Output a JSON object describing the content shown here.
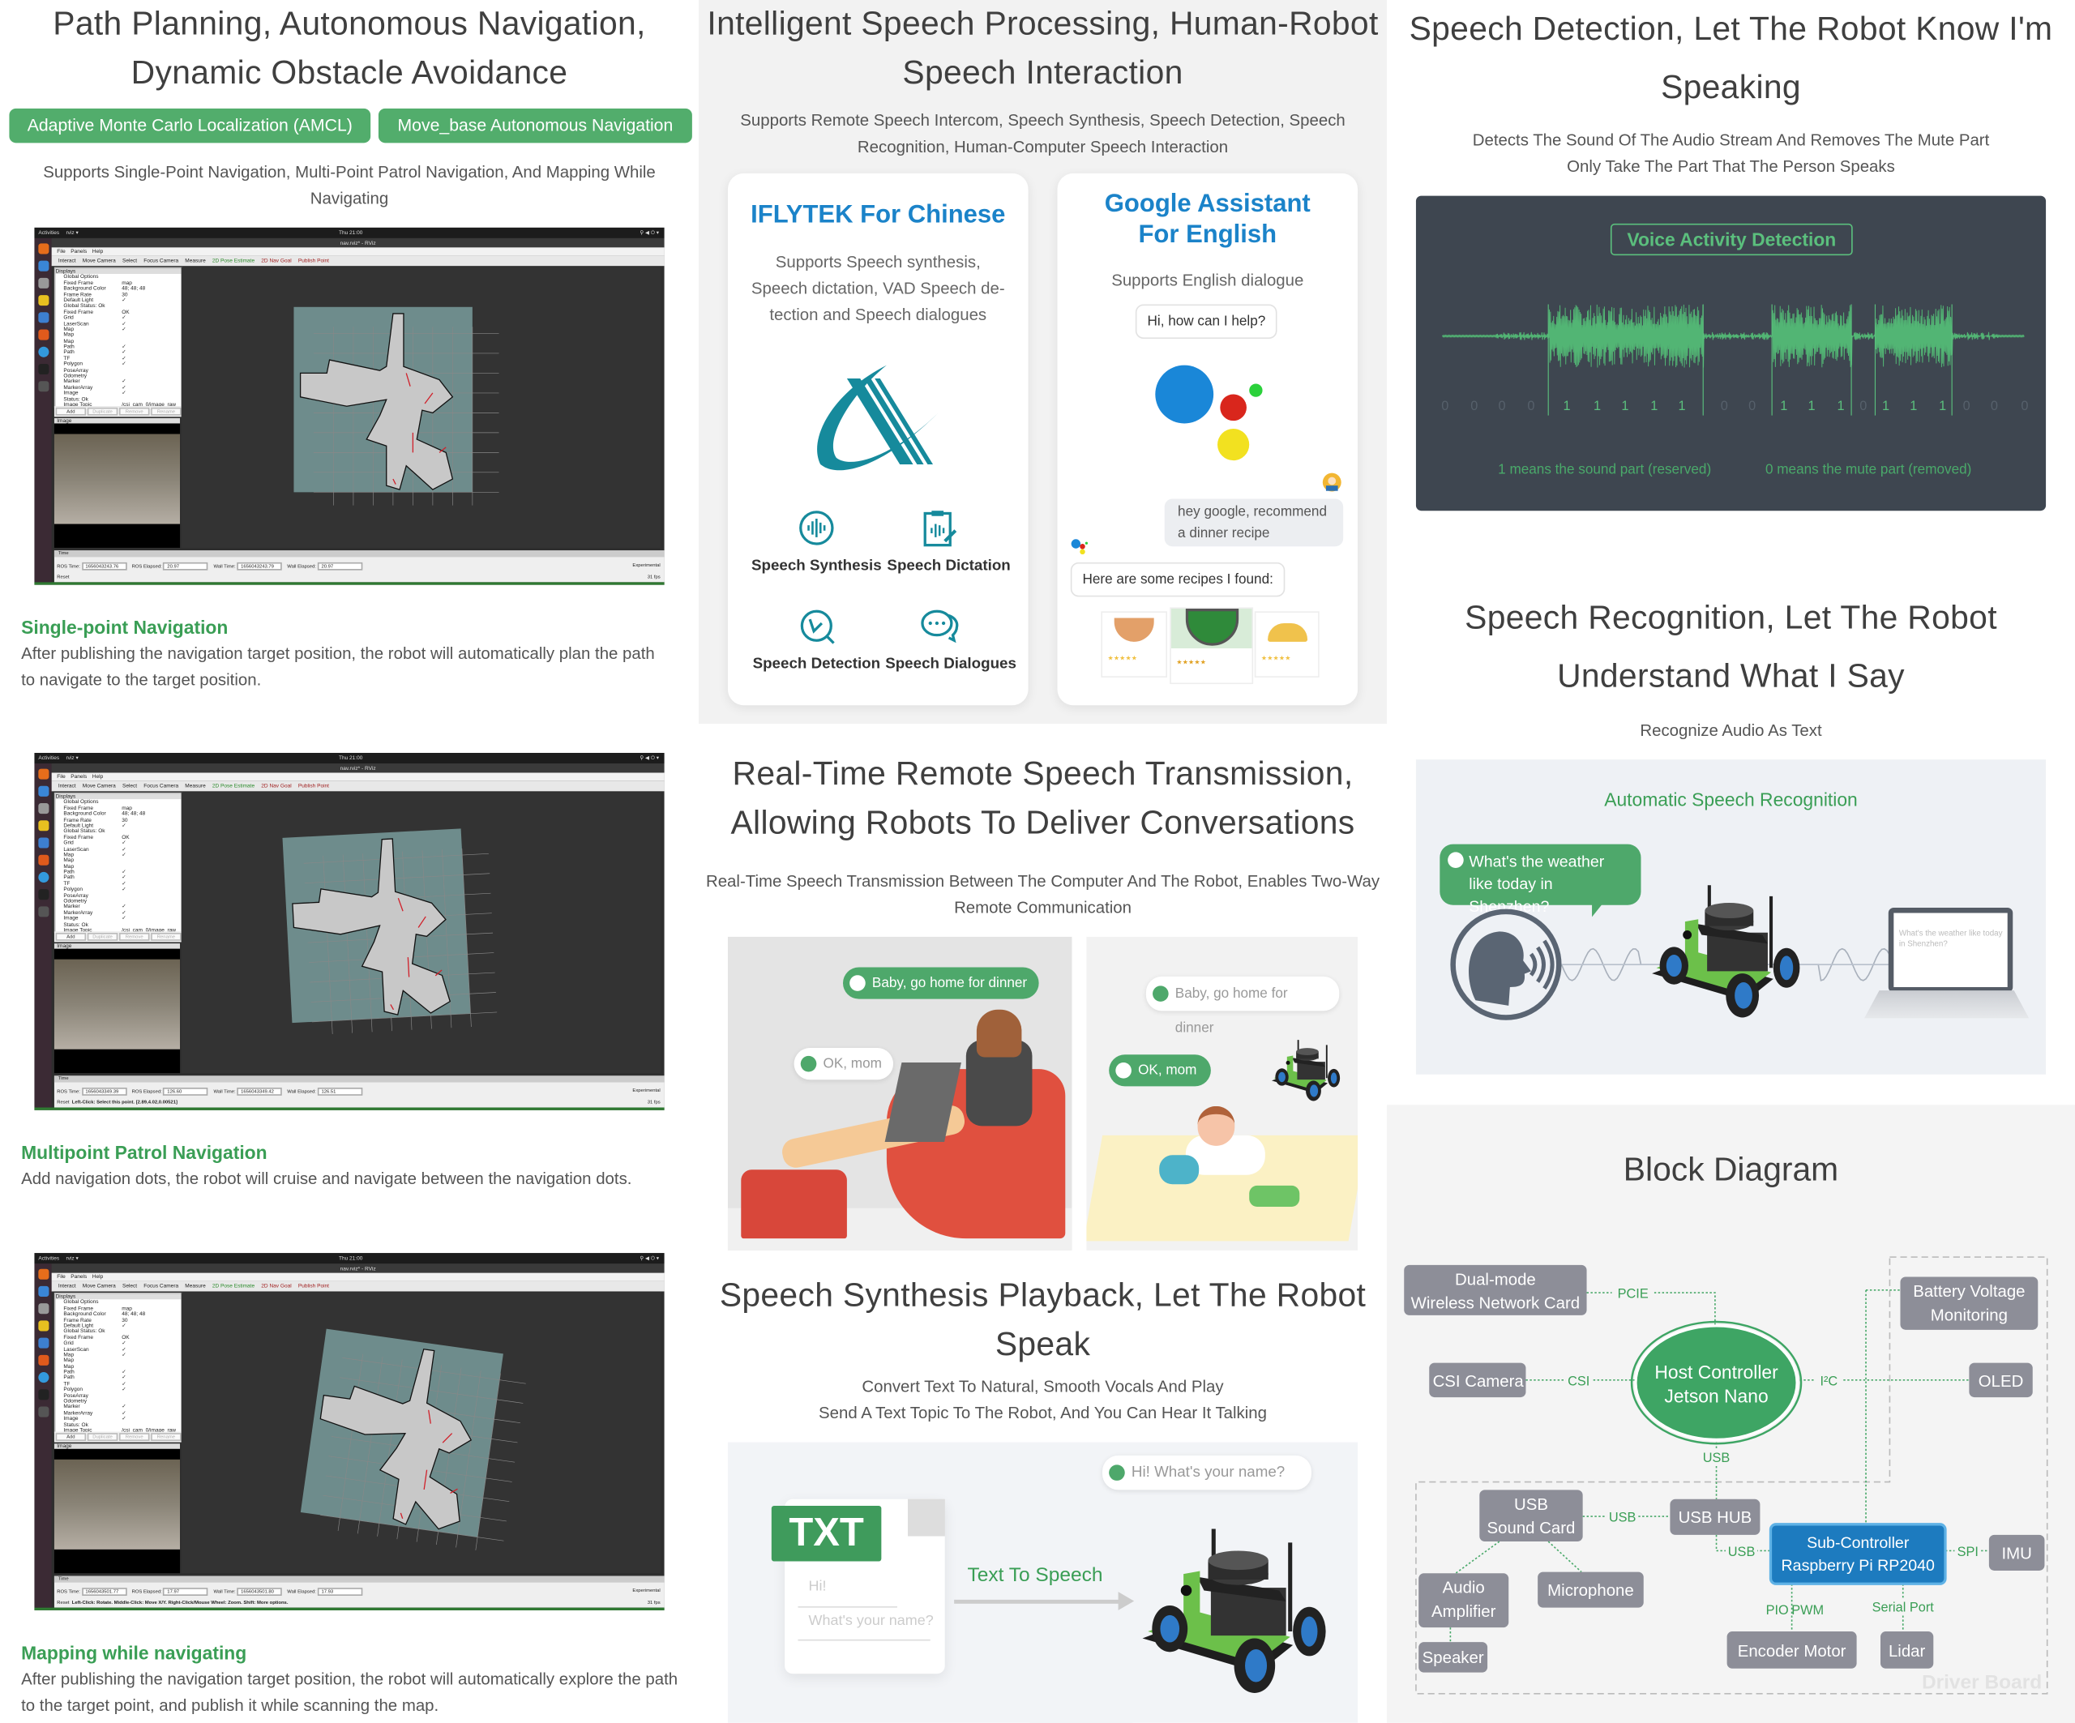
{
  "left": {
    "title_lines": [
      "Path Planning, Autonomous Navigation,",
      "Dynamic Obstacle Avoidance"
    ],
    "tags": [
      "Adaptive Monte Carlo Localization (AMCL)",
      "Move_base Autonomous Navigation"
    ],
    "subtitle": "Supports Single-Point Navigation, Multi-Point Patrol Navigation, And Mapping While Navigating",
    "sections": [
      {
        "heading": "Single-point Navigation",
        "description": "After publishing the navigation target position, the robot will automatically plan the path to navigate to the target position."
      },
      {
        "heading": "Multipoint Patrol Navigation",
        "description": "Add navigation dots, the robot will cruise and navigate between the navigation dots."
      },
      {
        "heading": "Mapping while navigating",
        "description": "After publishing the navigation target position, the robot will automatically explore the path to the target point, and publish it while scanning the map."
      }
    ],
    "rviz": {
      "activities": "Activities",
      "app_menu": "rviz ▾",
      "clock": "Thu 21:00",
      "window_title": "nav.rviz* - RViz",
      "menu": [
        "File",
        "Panels",
        "Help"
      ],
      "toolbar": [
        "Interact",
        "Move Camera",
        "Select",
        "Focus Camera",
        "Measure",
        "2D Pose Estimate",
        "2D Nav Goal",
        "Publish Point"
      ],
      "displays_header": "Displays",
      "displays": [
        [
          "Global Options",
          ""
        ],
        [
          "Fixed Frame",
          "map"
        ],
        [
          "Background Color",
          "48; 48; 48"
        ],
        [
          "Frame Rate",
          "30"
        ],
        [
          "Default Light",
          "✓"
        ],
        [
          "Global Status: Ok",
          ""
        ],
        [
          "Fixed Frame",
          "OK"
        ],
        [
          "Grid",
          "✓"
        ],
        [
          "LaserScan",
          "✓"
        ],
        [
          "Map",
          "✓"
        ],
        [
          "Map",
          ""
        ],
        [
          "Map",
          ""
        ],
        [
          "Path",
          "✓"
        ],
        [
          "Path",
          "✓"
        ],
        [
          "TF",
          "✓"
        ],
        [
          "Polygon",
          "✓"
        ],
        [
          "PoseArray",
          ""
        ],
        [
          "Odometry",
          ""
        ],
        [
          "Marker",
          "✓"
        ],
        [
          "MarkerArray",
          "✓"
        ],
        [
          "Image",
          "✓"
        ],
        [
          "Status: Ok",
          ""
        ],
        [
          "Image Topic",
          "/csi_cam_0/image_raw"
        ]
      ],
      "panel_buttons": [
        "Add",
        "Duplicate",
        "Remove",
        "Rename"
      ],
      "image_header": "Image",
      "time_header": "Time",
      "labels": {
        "ros_time": "ROS Time:",
        "ros_elapsed": "ROS Elapsed:",
        "wall_time": "Wall Time:",
        "wall_elapsed": "Wall Elapsed:",
        "experimental": "Experimental",
        "reset": "Reset",
        "fps": "31 fps"
      },
      "instances": [
        {
          "ros_time": "1656043243.76",
          "ros_elapsed": "20.97",
          "wall_time": "1656043243.79",
          "wall_elapsed": "20.97",
          "status": ""
        },
        {
          "ros_time": "1656043349.39",
          "ros_elapsed": "126.60",
          "wall_time": "1656043349.42",
          "wall_elapsed": "126.51",
          "status": "Left-Click: Select this point. [2.89,4.02,0.00521]"
        },
        {
          "ros_time": "1656043501.77",
          "ros_elapsed": "17.97",
          "wall_time": "1656043501.80",
          "wall_elapsed": "17.93",
          "status": "Left-Click: Rotate. Middle-Click: Move X/Y. Right-Click/Mouse Wheel: Zoom. Shift: More options."
        }
      ]
    }
  },
  "middle": {
    "title_lines": [
      "Intelligent Speech Processing, Human-Robot",
      "Speech Interaction"
    ],
    "subtitle": "Supports Remote Speech Intercom, Speech Synthesis, Speech Detection, Speech Recognition, Human-Computer Speech Interaction",
    "iflytek": {
      "title": "IFLYTEK For Chinese",
      "description": "Supports Speech synthesis, Speech dictation, VAD Speech de-tection and Speech dialogues",
      "features": [
        {
          "label": "Speech Synthesis",
          "icon": "sound-wave-icon"
        },
        {
          "label": "Speech Dictation",
          "icon": "dictation-clipboard-icon"
        },
        {
          "label": "Speech Detection",
          "icon": "detection-gauge-icon"
        },
        {
          "label": "Speech Dialogues",
          "icon": "chat-bubbles-icon"
        }
      ]
    },
    "google": {
      "title_lines": [
        "Google Assistant",
        "For English"
      ],
      "description": "Supports English dialogue",
      "greeting": "Hi, how can I help?",
      "user_message": "hey google, recommend a dinner recipe",
      "reply": "Here are some recipes I found:",
      "rating": "★★★★★"
    },
    "transmission": {
      "title_lines": [
        "Real-Time Remote Speech Transmission,",
        "Allowing Robots To Deliver Conversations"
      ],
      "subtitle": "Real-Time Speech Transmission Between The Computer And The Robot, Enables Two-Way Remote Communication",
      "mom_message": "Baby, go home for dinner",
      "reply": "OK, mom"
    },
    "synthesis": {
      "title_lines": [
        "Speech Synthesis Playback, Let The Robot",
        "Speak"
      ],
      "subtitle_lines": [
        "Convert Text To Natural, Smooth Vocals And Play",
        "Send A Text Topic To The Robot, And You Can Hear It Talking"
      ],
      "file_type": "TXT",
      "file_lines": [
        "Hi!",
        "What's your name?"
      ],
      "arrow_label": "Text To Speech",
      "spoken": "Hi! What's your name?"
    }
  },
  "right": {
    "detection": {
      "title_lines": [
        "Speech Detection, Let The Robot Know I'm",
        "Speaking"
      ],
      "subtitle_lines": [
        "Detects The Sound Of The Audio Stream And Removes The Mute Part",
        "Only Take The Part That The Person Speaks"
      ],
      "panel_title": "Voice Activity Detection",
      "bits": [
        "0",
        "0",
        "0",
        "0",
        "1",
        "1",
        "1",
        "1",
        "1",
        "0",
        "0",
        "1",
        "1",
        "1",
        "0",
        "1",
        "1",
        "1",
        "0",
        "0",
        "0"
      ],
      "legend_one": "1 means the sound part (reserved)",
      "legend_zero": "0 means the mute part (removed)"
    },
    "recognition": {
      "title_lines": [
        "Speech Recognition, Let The Robot",
        "Understand What I Say"
      ],
      "subtitle": "Recognize Audio As Text",
      "panel_title": "Automatic Speech Recognition",
      "question": "What's the weather like today in Shenzhen?",
      "laptop_text": "What's the weather like today in Shenzhen?"
    },
    "block_diagram": {
      "title": "Block Diagram",
      "host": [
        "Host Controller",
        "Jetson Nano"
      ],
      "sub": [
        "Sub-Controller",
        "Raspberry Pi RP2040"
      ],
      "nodes": {
        "wifi": [
          "Dual-mode",
          "Wireless Network Card"
        ],
        "battery": [
          "Battery Voltage",
          "Monitoring"
        ],
        "camera": "CSI Camera",
        "oled": "OLED",
        "sound_card": [
          "USB",
          "Sound Card"
        ],
        "usb_hub": "USB HUB",
        "imu": "IMU",
        "amplifier": [
          "Audio",
          "Amplifier"
        ],
        "microphone": "Microphone",
        "speaker": "Speaker",
        "encoder_motor": "Encoder Motor",
        "lidar": "Lidar"
      },
      "links": {
        "pcie": "PCIE",
        "csi": "CSI",
        "i2c": "I²C",
        "usb_host": "USB",
        "usb_sound": "USB",
        "usb_sub": "USB",
        "spi": "SPI",
        "pio": "PIO",
        "pwm": "PWM",
        "serial": "Serial Port"
      },
      "driver_board": "Driver Board"
    }
  },
  "colors": {
    "green": "#52ad6c",
    "blue": "#1b83c9",
    "vad_bg": "#3e4650",
    "node_gray": "#8d8e98",
    "host_green": "#3ea564",
    "sub_blue": "#1d7bbf"
  }
}
